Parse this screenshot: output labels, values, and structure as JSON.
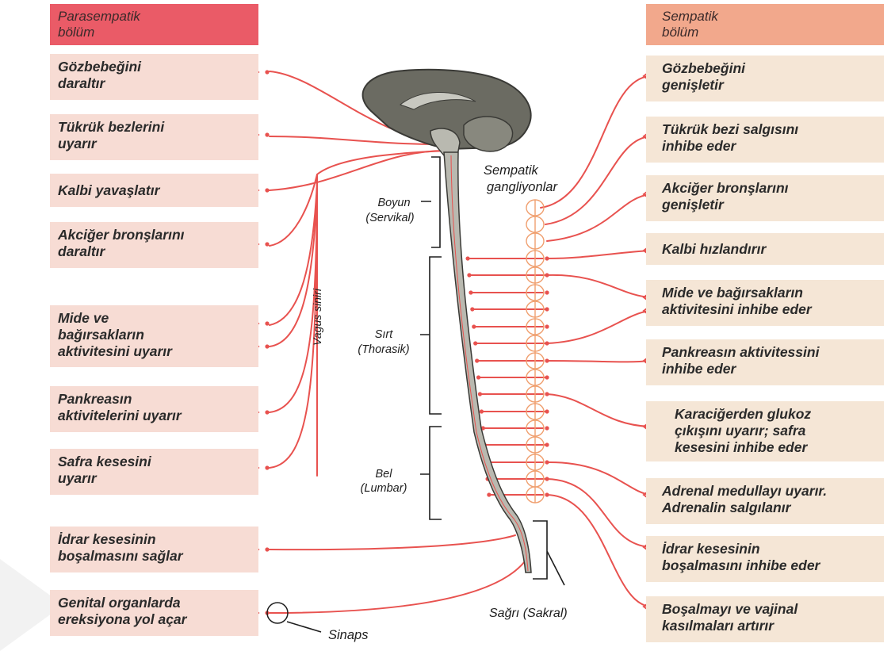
{
  "parasympathetic": {
    "title": "Parasempatik\nbölüm",
    "effects": [
      "Gözbebeğini\ndaraltır",
      "Tükrük bezlerini\nuyarır",
      "Kalbi yavaşlatır",
      "Akciğer bronşlarını\ndaraltır",
      "Mide ve\nbağırsakların\naktivitesini uyarır",
      "Pankreasın\naktivitelerini uyarır",
      "Safra kesesini\nuyarır",
      "İdrar kesesinin\nboşalmasını sağlar",
      "Genital organlarda\nereksiyona yol açar"
    ]
  },
  "sympathetic": {
    "title": "Sempatik\nbölüm",
    "effects": [
      "Gözbebeğini\ngenişletir",
      "Tükrük bezi salgısını\ninhibe eder",
      "Akciğer bronşlarını\ngenişletir",
      "Kalbi hızlandırır",
      "Mide ve bağırsakların\naktivitesini inhibe eder",
      "Pankreasın aktivitessini\ninhibe eder",
      "Karaciğerden glukoz\nçıkışını uyarır; safra\nkesesini inhibe eder",
      "Adrenal medullayı uyarır.\nAdrenalin salgılanır",
      "İdrar kesesinin\nboşalmasını inhibe eder",
      "Boşalmayı ve vajinal\nkasılmaları artırır"
    ]
  },
  "labels": {
    "vagus": "Vagus siniri",
    "ganglia": "Sempatik\ngangliyonlar",
    "cervical": "Boyun\n(Servikal)",
    "thoracic": "Sırt\n(Thorasik)",
    "lumbar": "Bel\n(Lumbar)",
    "sacral": "Sağrı (Sakral)",
    "synapse": "Sinaps"
  },
  "colors": {
    "nerve": "#e8524f",
    "para_header": "#ea5b67",
    "symp_header": "#f2a88c",
    "para_box": "#f7dcd4",
    "symp_box": "#f5e6d6",
    "brain": "#6b6b62",
    "cord": "#b9b9b0"
  }
}
